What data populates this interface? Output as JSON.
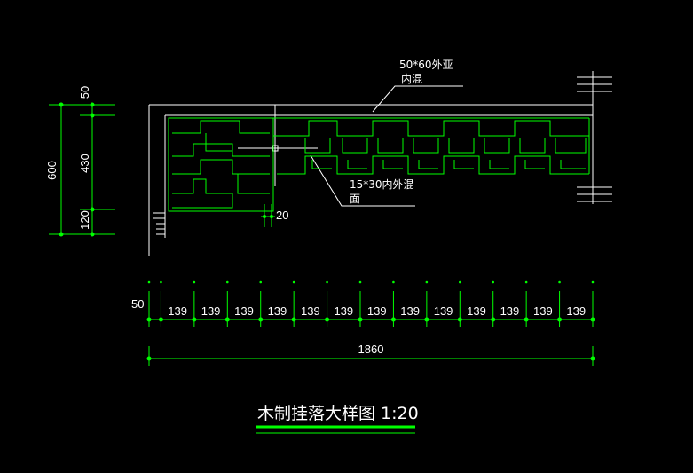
{
  "colors": {
    "background": "#000000",
    "outline": "#ffffff",
    "fretwork": "#00ff00",
    "dimension": "#00ff00",
    "text": "#ffffff"
  },
  "annotations": {
    "top_note_line1": "50*60外亚",
    "top_note_line2": "内混",
    "mid_note_line1": "15*30内外混",
    "mid_note_line2": "面"
  },
  "dimensions": {
    "left": {
      "total": "600",
      "top": "50",
      "middle": "430",
      "bottom": "120"
    },
    "gap": "20",
    "bottom_row": {
      "start": "50",
      "segments": [
        "139",
        "139",
        "139",
        "139",
        "139",
        "139",
        "139",
        "139",
        "139",
        "139",
        "139",
        "139",
        "139"
      ],
      "total": "1860"
    }
  },
  "title": "木制挂落大样图 1:20"
}
